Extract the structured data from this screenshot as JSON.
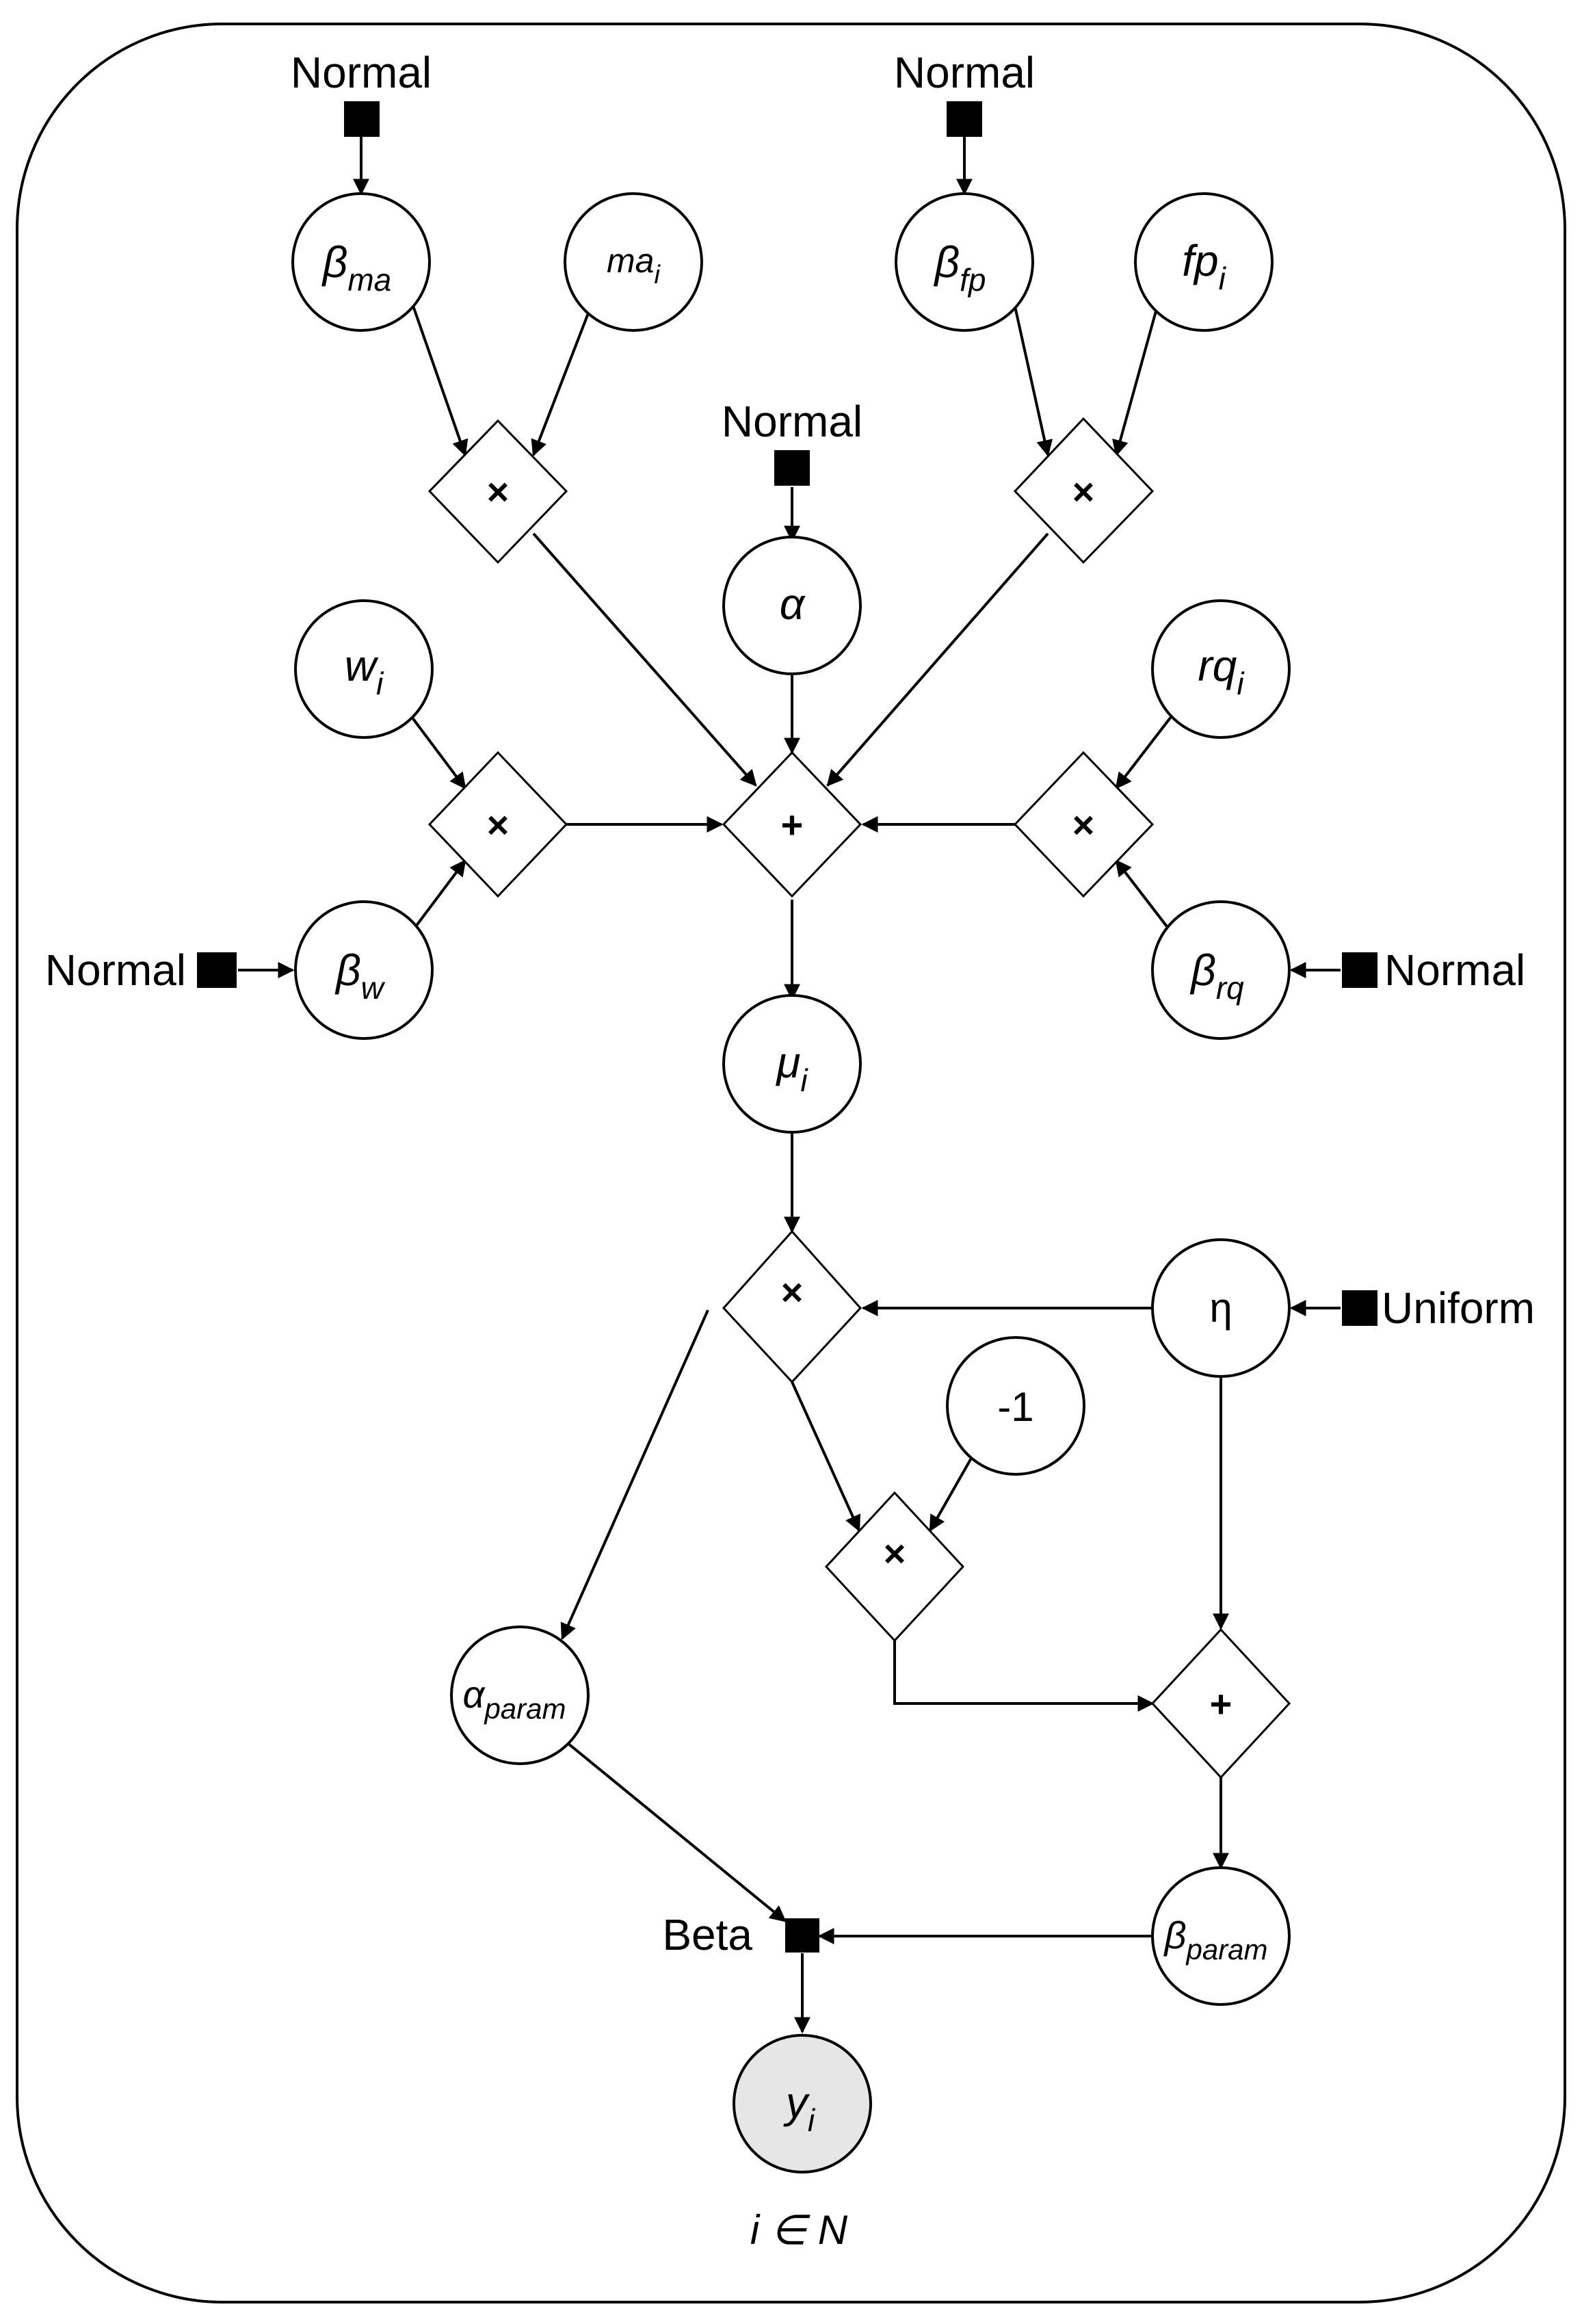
{
  "plate": {
    "label": "i ∈ N"
  },
  "distributions": {
    "normal": "Normal",
    "uniform": "Uniform",
    "beta": "Beta"
  },
  "nodes": {
    "beta_ma": {
      "base": "β",
      "sub": "ma"
    },
    "ma_i": {
      "base": "ma",
      "sub": "i"
    },
    "beta_fp": {
      "base": "β",
      "sub": "fp"
    },
    "fp_i": {
      "base": "fp",
      "sub": "i"
    },
    "alpha": {
      "base": "α",
      "sub": ""
    },
    "w_i": {
      "base": "w",
      "sub": "i"
    },
    "rq_i": {
      "base": "rq",
      "sub": "i"
    },
    "beta_w": {
      "base": "β",
      "sub": "w"
    },
    "beta_rq": {
      "base": "β",
      "sub": "rq"
    },
    "mu_i": {
      "base": "μ",
      "sub": "i"
    },
    "eta": {
      "base": "η",
      "sub": ""
    },
    "neg_one": {
      "base": "-1",
      "sub": ""
    },
    "alpha_param": {
      "base": "α",
      "sub": "param"
    },
    "beta_param": {
      "base": "β",
      "sub": "param"
    },
    "y_i": {
      "base": "y",
      "sub": "i"
    }
  },
  "operators": {
    "multiply": "×",
    "add": "+"
  }
}
